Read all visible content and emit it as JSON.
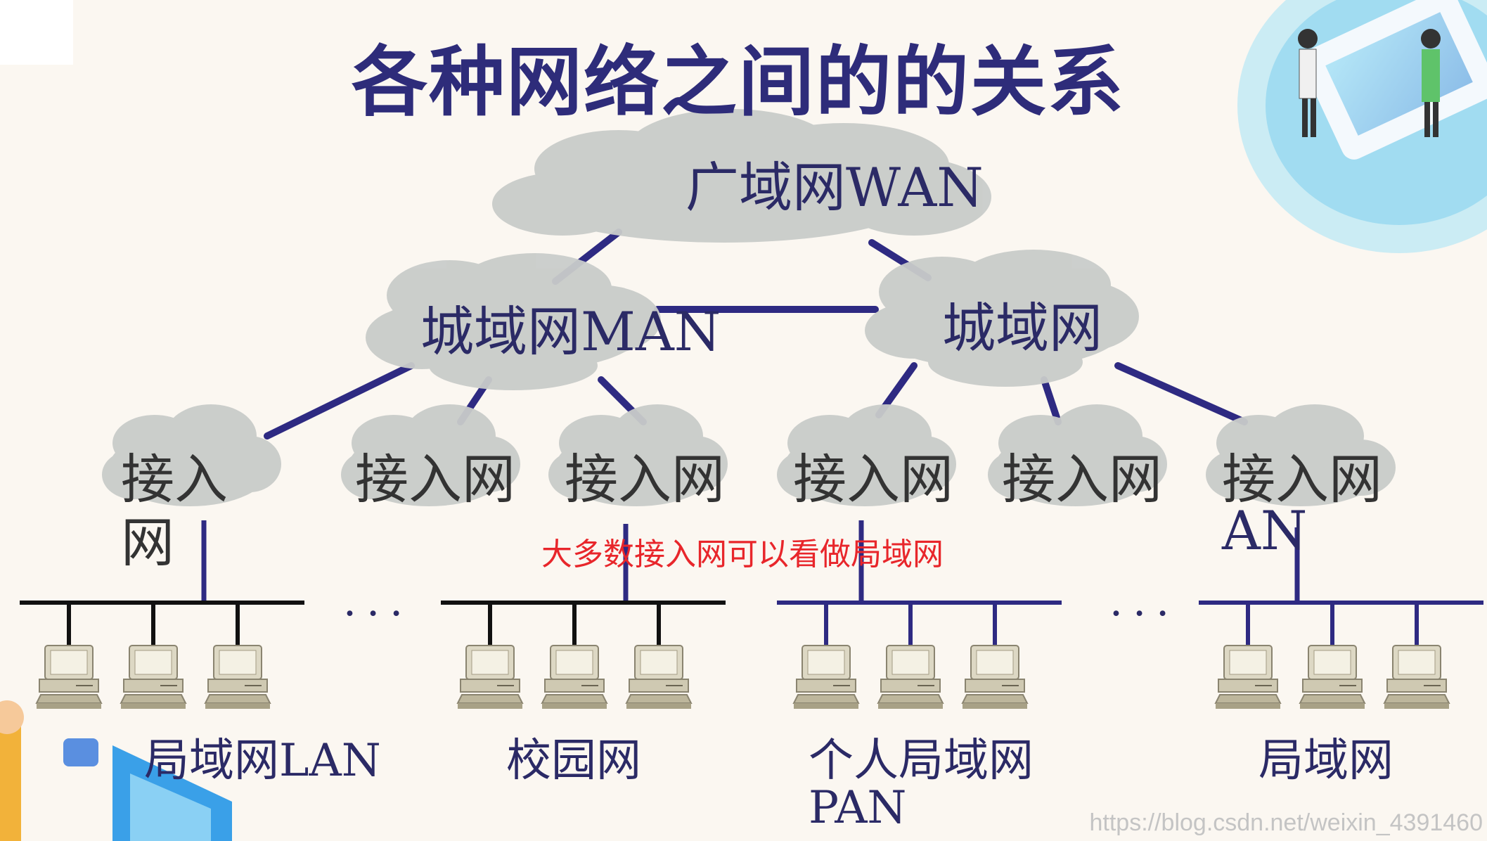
{
  "title": "各种网络之间的的关系",
  "clouds": {
    "wan": "广域网WAN",
    "man_left": "城域网MAN",
    "man_right": "城域网",
    "an1_line1": "接入",
    "an1_line2": "网",
    "an2": "接入网",
    "an3": "接入网",
    "an4": "接入网",
    "an5": "接入网",
    "an6_line1": "接入网",
    "an6_line2": "AN"
  },
  "note": "大多数接入网可以看做局域网",
  "ellipsis": "···",
  "lan_labels": {
    "lan1": "局域网LAN",
    "lan2": "校园网",
    "lan3_line1": "个人局域网",
    "lan3_line2": "PAN",
    "lan4": "局域网"
  },
  "watermark": "https://blog.csdn.net/weixin_4391460",
  "colors": {
    "line_dark": "#2e2a82",
    "line_black": "#111111",
    "cloud": "#c9ccca",
    "title": "#2e2c7a",
    "note": "#e8262b"
  }
}
